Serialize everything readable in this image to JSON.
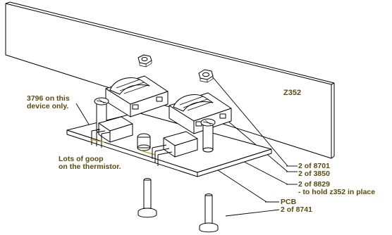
{
  "labels": {
    "panel": "Z352",
    "device_note_line1": "3796 on this",
    "device_note_line2": "device only.",
    "goop_line1": "Lots of goop",
    "goop_line2": "on the thermistor.",
    "part_8701": "2 of 8701",
    "part_3850": "2 of 3850",
    "part_8829": "2 of 8829",
    "part_8829_note": "- to hold z352 in place",
    "pcb": "PCB",
    "part_8741": "2 of 8741"
  },
  "colors": {
    "label_text": "#5a4a10",
    "leader_accent": "#b8a019",
    "line": "#000000"
  }
}
